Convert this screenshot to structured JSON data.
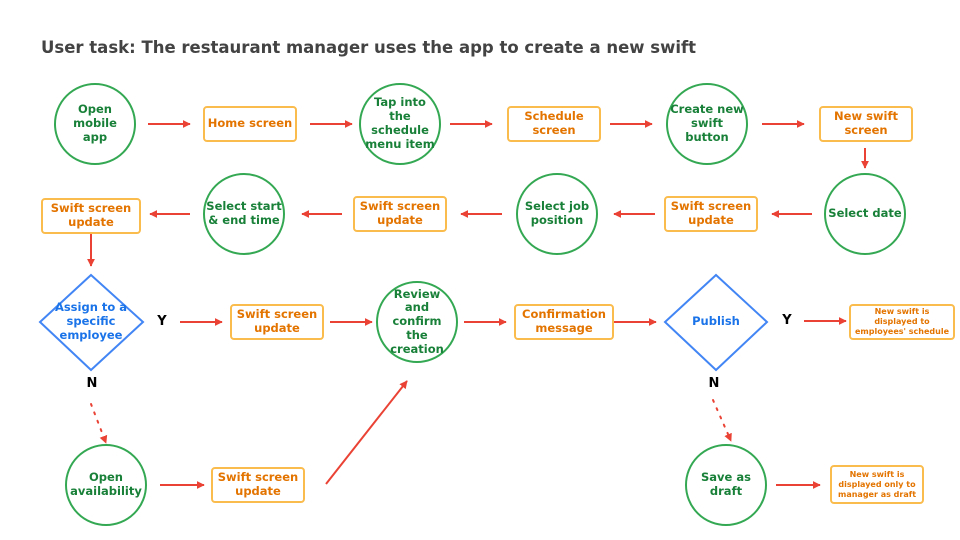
{
  "title": "User task: The restaurant manager uses the app to create a new swift",
  "colors": {
    "circle_stroke": "#34a853",
    "circle_text": "#188038",
    "rect_stroke": "#fbbc4e",
    "rect_text": "#e37400",
    "diamond_stroke": "#4285f4",
    "diamond_text": "#1a73e8",
    "arrow": "#ea4335"
  },
  "nodes": {
    "open_app": "Open mobile app",
    "home_screen": "Home screen",
    "tap_schedule": "Tap into the schedule menu item",
    "schedule_screen": "Schedule screen",
    "create_button": "Create new swift button",
    "new_swift_screen": "New swift screen",
    "select_date": "Select date",
    "update_1": "Swift screen update",
    "select_job": "Select job position",
    "update_2": "Swift screen update",
    "select_time": "Select start & end time",
    "update_3": "Swift screen update",
    "assign_employee": "Assign to a specific employee",
    "update_4": "Swift screen update",
    "review_confirm": "Review and confirm the creation",
    "confirmation": "Confirmation message",
    "publish": "Publish",
    "displayed_employees": "New swift is displayed to employees' schedule",
    "open_availability": "Open availability",
    "update_5": "Swift screen update",
    "save_draft": "Save as draft",
    "displayed_manager": "New swift is displayed only to manager as draft"
  },
  "branches": {
    "assign_yes": "Y",
    "assign_no": "N",
    "publish_yes": "Y",
    "publish_no": "N"
  }
}
